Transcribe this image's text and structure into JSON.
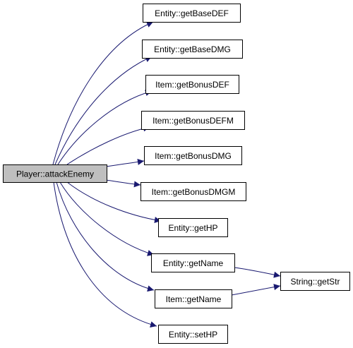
{
  "colors": {
    "edge": "#191970",
    "node_border": "#000000",
    "root_fill": "#bfbfbf",
    "node_fill": "#ffffff"
  },
  "graph": {
    "root": {
      "id": "player-attackEnemy",
      "label": "Player::attackEnemy"
    },
    "nodes": [
      {
        "id": "entity-getBaseDEF",
        "label": "Entity::getBaseDEF"
      },
      {
        "id": "entity-getBaseDMG",
        "label": "Entity::getBaseDMG"
      },
      {
        "id": "item-getBonusDEF",
        "label": "Item::getBonusDEF"
      },
      {
        "id": "item-getBonusDEFM",
        "label": "Item::getBonusDEFM"
      },
      {
        "id": "item-getBonusDMG",
        "label": "Item::getBonusDMG"
      },
      {
        "id": "item-getBonusDMGM",
        "label": "Item::getBonusDMGM"
      },
      {
        "id": "entity-getHP",
        "label": "Entity::getHP"
      },
      {
        "id": "entity-getName",
        "label": "Entity::getName"
      },
      {
        "id": "item-getName",
        "label": "Item::getName"
      },
      {
        "id": "entity-setHP",
        "label": "Entity::setHP"
      },
      {
        "id": "string-getStr",
        "label": "String::getStr"
      }
    ],
    "edges": [
      {
        "from": "player-attackEnemy",
        "to": "entity-getBaseDEF"
      },
      {
        "from": "player-attackEnemy",
        "to": "entity-getBaseDMG"
      },
      {
        "from": "player-attackEnemy",
        "to": "item-getBonusDEF"
      },
      {
        "from": "player-attackEnemy",
        "to": "item-getBonusDEFM"
      },
      {
        "from": "player-attackEnemy",
        "to": "item-getBonusDMG"
      },
      {
        "from": "player-attackEnemy",
        "to": "item-getBonusDMGM"
      },
      {
        "from": "player-attackEnemy",
        "to": "entity-getHP"
      },
      {
        "from": "player-attackEnemy",
        "to": "entity-getName"
      },
      {
        "from": "player-attackEnemy",
        "to": "item-getName"
      },
      {
        "from": "player-attackEnemy",
        "to": "entity-setHP"
      },
      {
        "from": "entity-getName",
        "to": "string-getStr"
      },
      {
        "from": "item-getName",
        "to": "string-getStr"
      }
    ]
  }
}
